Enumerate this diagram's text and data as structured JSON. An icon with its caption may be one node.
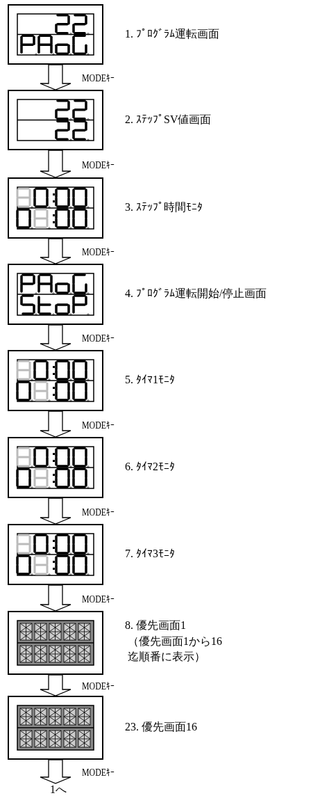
{
  "diagram": {
    "nodes": [
      {
        "text": [],
        "shape": "box",
        "beside": [
          "1. ﾌﾟﾛｸﾞﾗﾑ運転画面"
        ]
      },
      {
        "text": [],
        "shape": "box",
        "beside": [
          "2. ｽﾃｯﾌﾟSV値画面"
        ]
      },
      {
        "text": [],
        "shape": "box",
        "beside": [
          "3. ｽﾃｯﾌﾟ時間ﾓﾆﾀ"
        ]
      },
      {
        "text": [],
        "shape": "box",
        "beside": [
          "4. ﾌﾟﾛｸﾞﾗﾑ運転開始/停止画面"
        ]
      },
      {
        "text": [],
        "shape": "box",
        "beside": [
          "5. ﾀｲﾏ1ﾓﾆﾀ"
        ]
      },
      {
        "text": [],
        "shape": "box",
        "beside": [
          "6. ﾀｲﾏ2ﾓﾆﾀ"
        ]
      },
      {
        "text": [],
        "shape": "box",
        "beside": [
          "7. ﾀｲﾏ3ﾓﾆﾀ"
        ]
      },
      {
        "text": [],
        "shape": "box",
        "beside": [
          "8. 優先画面1",
          "（優先画面1から16迄順番に表示）"
        ]
      },
      {
        "text": [],
        "shape": "box",
        "beside": [
          "23. 優先画面16"
        ]
      },
      {
        "text": [
          "1へ"
        ]
      }
    ],
    "edges": [
      {
        "from": 0,
        "to": 1,
        "arrow": "to",
        "label": "MODEｷｰ"
      },
      {
        "from": 1,
        "to": 2,
        "arrow": "to",
        "label": "MODEｷｰ"
      },
      {
        "from": 2,
        "to": 3,
        "arrow": "to",
        "label": "MODEｷｰ"
      },
      {
        "from": 3,
        "to": 4,
        "arrow": "to",
        "label": "MODEｷｰ"
      },
      {
        "from": 4,
        "to": 5,
        "arrow": "to",
        "label": "MODEｷｰ"
      },
      {
        "from": 5,
        "to": 6,
        "arrow": "to",
        "label": "MODEｷｰ"
      },
      {
        "from": 6,
        "to": 7,
        "arrow": "to",
        "label": "MODEｷｰ"
      },
      {
        "from": 7,
        "to": 8,
        "arrow": "to",
        "label": "MODEｷｰ"
      },
      {
        "from": 8,
        "to": 9,
        "arrow": "to",
        "label": "MODEｷｰ"
      }
    ]
  }
}
